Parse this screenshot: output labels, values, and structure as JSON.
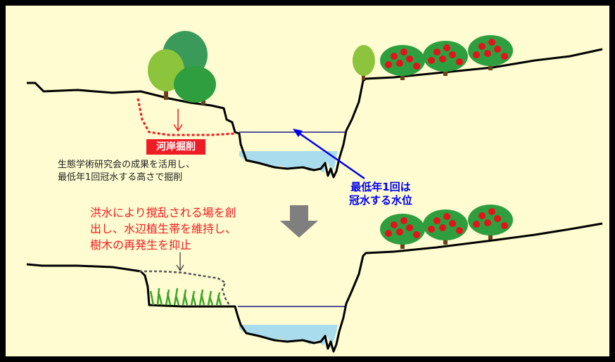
{
  "labels": {
    "excavation_tag": "河岸掘削",
    "method_note": [
      "生態学術研究会の成果を活用し、",
      "最低年1回冠水する高さで掘削"
    ],
    "water_level_note": [
      "最低年1回は",
      "冠水する水位"
    ],
    "effect_note": [
      "洪水により撹乱される場を創",
      "出し、水辺植生帯を維持し、",
      "樹木の再発生を抑止"
    ]
  },
  "colors": {
    "background": "#fefcd0",
    "frame": "#000000",
    "ground_line": "#000000",
    "water": "#a9dcec",
    "water_line": "#1a1a8c",
    "excavation_red": "#ee1c25",
    "excavation_gray": "#555555",
    "blue_note": "#0000ee",
    "arrow_gray": "#7f7f7f",
    "tree_light": "#8cc43c",
    "tree_mid": "#2f9e3f",
    "tree_dark": "#3a9a5a",
    "fruit_tree_green": "#2f9e3f",
    "fruit_red": "#e5121b",
    "trunk": "#6b3f1a",
    "grass": "#3aa62a"
  },
  "icons": [
    "tree-cluster",
    "single-tree",
    "fruit-tree",
    "down-arrow",
    "grass"
  ]
}
